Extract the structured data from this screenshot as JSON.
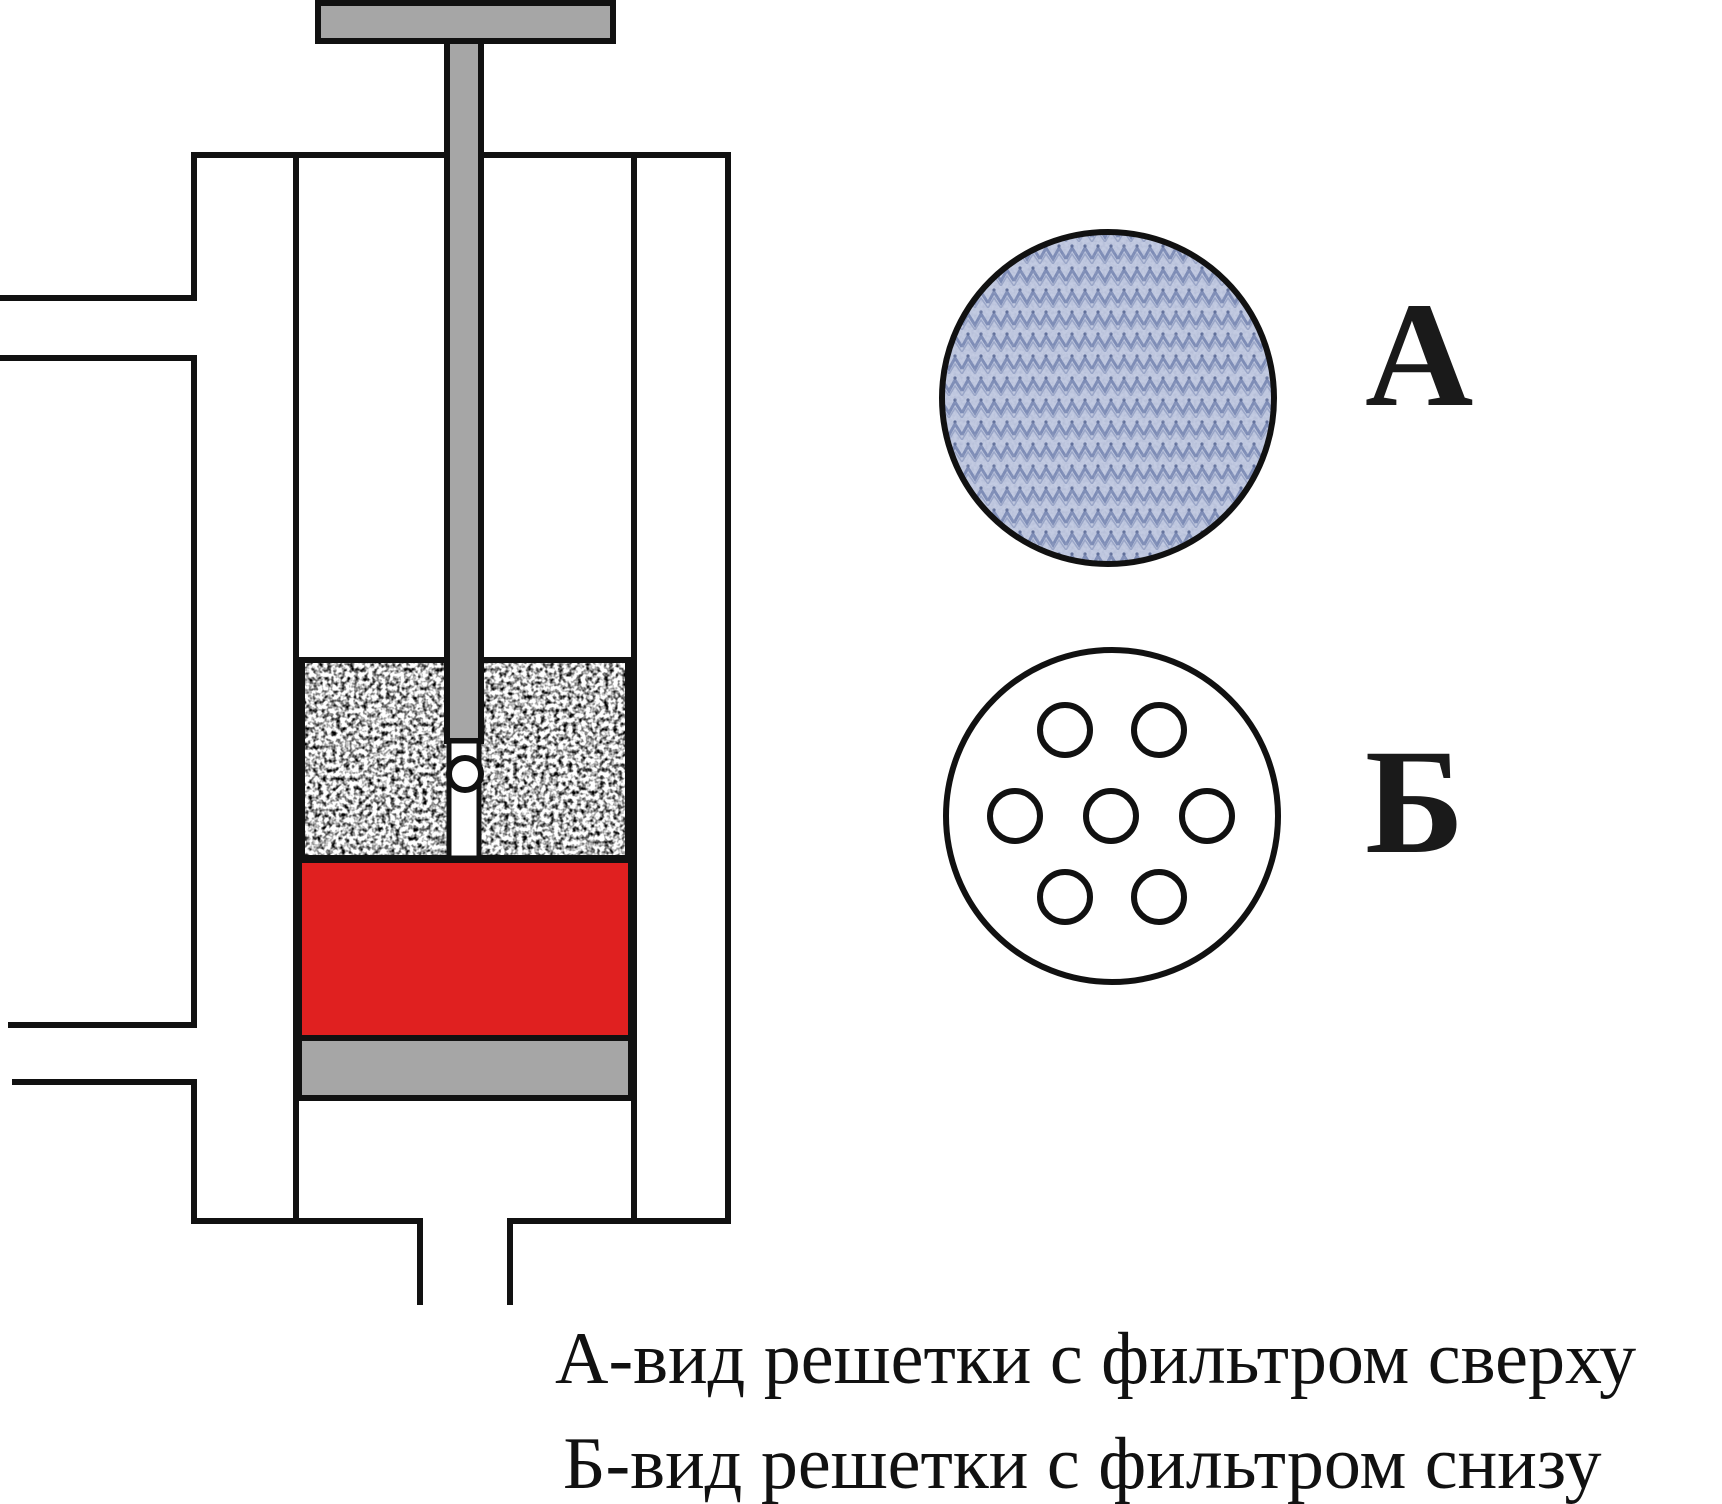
{
  "labels": {
    "a": "А",
    "b": "Б"
  },
  "captions": [
    "А-вид решетки с фильтром сверху",
    "Б-вид решетки с фильтром снизу"
  ],
  "colors": {
    "outline": "#111111",
    "plunger": "#a6a6a6",
    "red_layer": "#e02020",
    "gray_plate": "#a6a6a6",
    "filter_disc": "#a9b4d2",
    "filter_disc_dark": "#6f7fa8",
    "granular": "#8a8a8a"
  }
}
